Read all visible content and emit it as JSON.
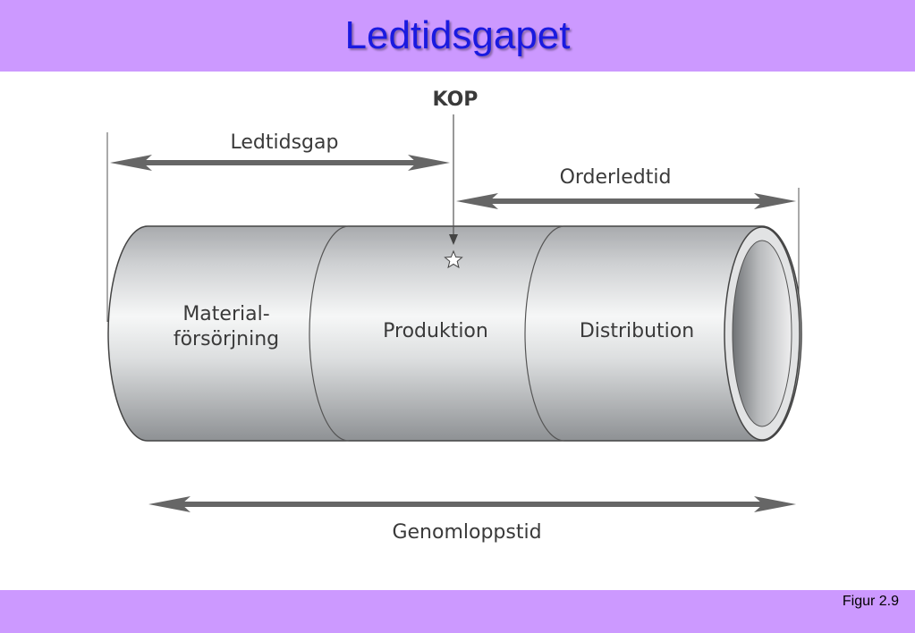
{
  "slide": {
    "title": "Ledtidsgapet",
    "figure_number": "Figur 2.9"
  },
  "diagram": {
    "kop_label": "KOP",
    "ledtidsgap_label": "Ledtidsgap",
    "orderledtid_label": "Orderledtid",
    "genomloppstid_label": "Genomloppstid",
    "segments": {
      "material_line1": "Material-",
      "material_line2": "försörjning",
      "produktion": "Produktion",
      "distribution": "Distribution"
    }
  }
}
